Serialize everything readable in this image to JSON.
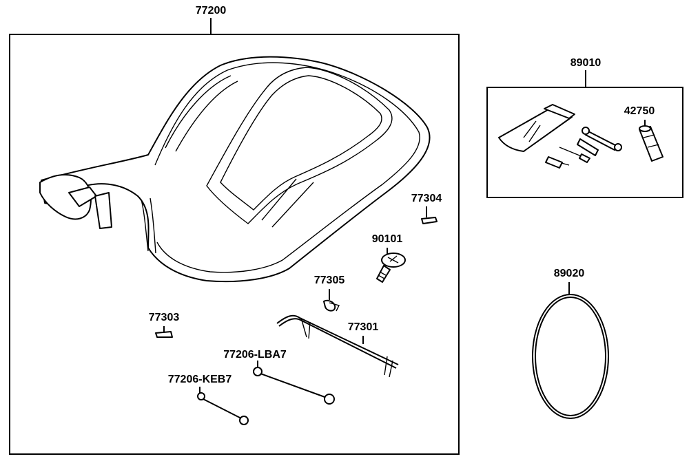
{
  "labels": {
    "seat_assy": "77200",
    "tool_kit": "89010",
    "spark_plug_wrench": "42750",
    "o_ring": "89020",
    "clip_77304": "77304",
    "bolt": "90101",
    "spring_77305": "77305",
    "plate_77303": "77303",
    "rod_77301": "77301",
    "cable_lba7": "77206-LBA7",
    "cable_keb7": "77206-KEB7"
  },
  "colors": {
    "line": "#000000",
    "background": "#ffffff"
  }
}
